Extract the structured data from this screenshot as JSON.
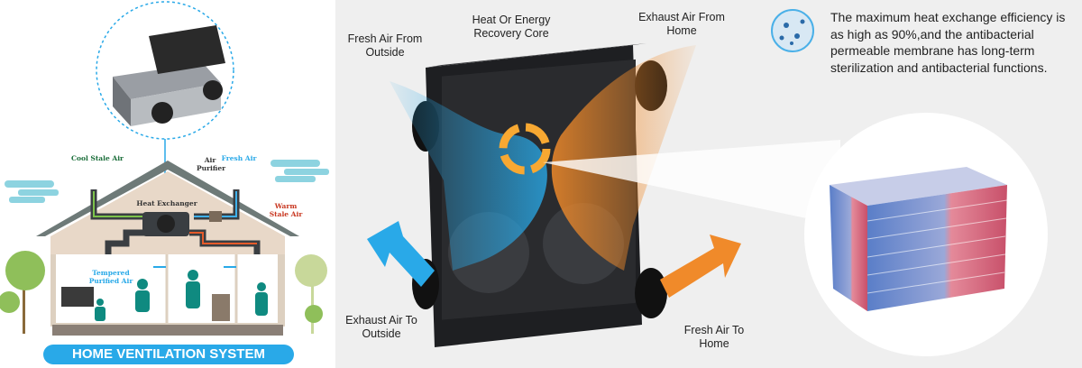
{
  "house": {
    "banner": "HOME VENTILATION SYSTEM",
    "labels": {
      "cool_stale_air": "Cool Stale Air",
      "fresh_air": "Fresh Air",
      "air_purifier": "Air Purifier",
      "heat_exchanger": "Heat Exchanger",
      "warm_stale_air": "Warm Stale Air",
      "tempered_purified_air": "Tempered Purified Air"
    }
  },
  "unit": {
    "labels": {
      "fresh_air_from_outside": "Fresh Air From Outside",
      "core": "Heat Or Energy Recovery Core",
      "exhaust_air_from_home": "Exhaust Air From Home",
      "exhaust_air_to_outside": "Exhaust Air To Outside",
      "fresh_air_to_home": "Fresh Air To Home"
    }
  },
  "feature_note": "The maximum heat exchange efficiency is as high as 90%,and the antibacterial permeable membrane has long-term sterilization and antibacterial functions.",
  "colors": {
    "blue": "#29a9e8",
    "orange": "#f08a2a",
    "teal": "#0f8a80",
    "green": "#5a9a2a",
    "red": "#c8361f"
  }
}
